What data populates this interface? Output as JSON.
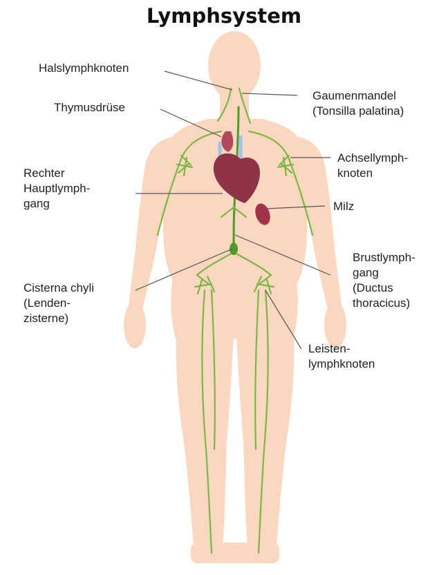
{
  "title": "Lymphsystem",
  "colors": {
    "skin": "#fbd7bf",
    "skin_shade": "#f6c3a3",
    "lymph": "#79b743",
    "lymph_dark": "#4f9a2c",
    "heart": "#8e3446",
    "spleen": "#a2334a",
    "vessel_blue": "#9cc6e6",
    "leader": "#555555"
  },
  "labels": {
    "halslymphknoten": "Halslymphknoten",
    "thymusdruese": "Thymusdrüse",
    "rechter_hauptlymphgang": [
      "Rechter",
      "Hauptlymph-",
      "gang"
    ],
    "cisterna_chyli": [
      "Cisterna chyli",
      "(Lenden-",
      "zisterne)"
    ],
    "gaumenmandel": [
      "Gaumenmandel",
      "(Tonsilla palatina)"
    ],
    "achsellymphknoten": [
      "Achsellymph-",
      "knoten"
    ],
    "milz": "Milz",
    "brustlymphgang": [
      "Brustlymph-",
      "gang",
      "(Ductus",
      "thoracicus)"
    ],
    "leistenlymphknoten": [
      "Leisten-",
      "lymphknoten"
    ]
  }
}
